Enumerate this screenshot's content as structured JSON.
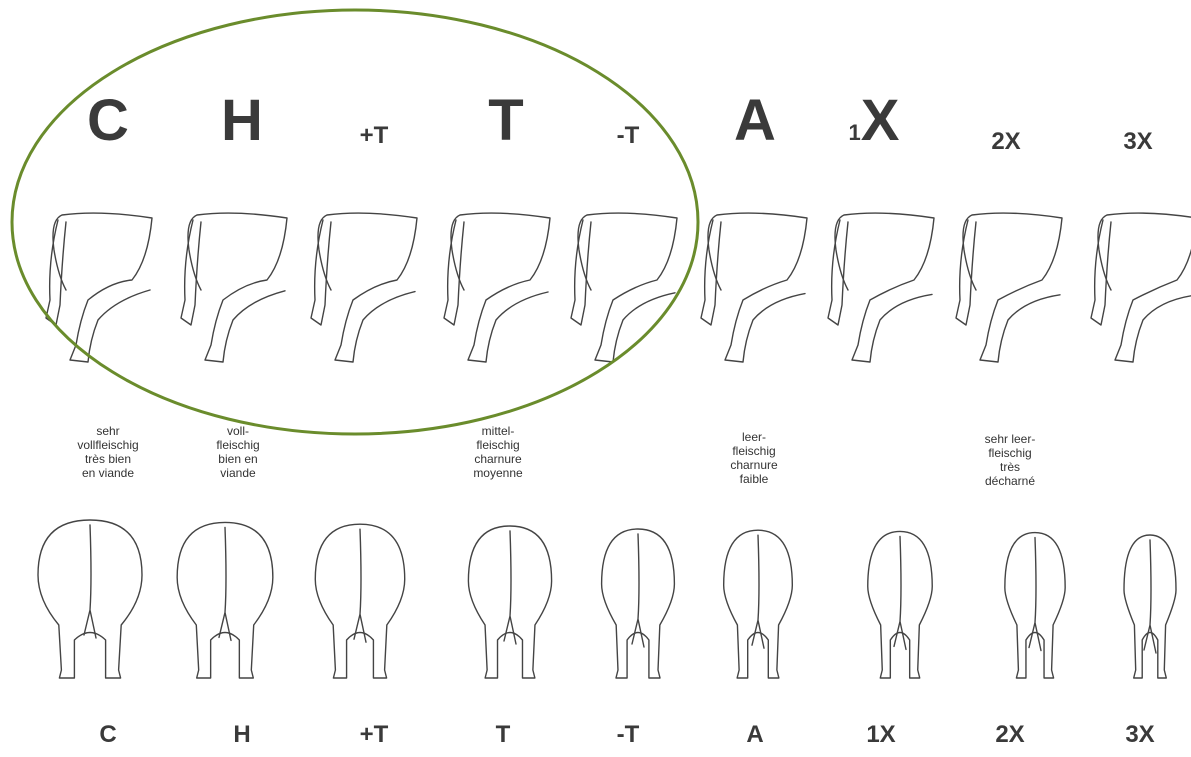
{
  "top_row_labels": [
    {
      "text": "C",
      "size": "big"
    },
    {
      "text": "H",
      "size": "big"
    },
    {
      "text": "+T",
      "size": "small"
    },
    {
      "text": "T",
      "size": "big"
    },
    {
      "text": "-T",
      "size": "small"
    },
    {
      "text": "A",
      "size": "big"
    },
    {
      "prefix": "1",
      "text": "X",
      "size": "big"
    },
    {
      "text": "2X",
      "size": "small"
    },
    {
      "text": "3X",
      "size": "small"
    }
  ],
  "descriptions": [
    {
      "lines": [
        "sehr",
        "vollfleischig",
        "très bien",
        "en viande"
      ]
    },
    {
      "lines": [
        "voll-",
        "fleischig",
        "bien en",
        "viande"
      ]
    },
    {
      "lines": [
        "mittel-",
        "fleischig",
        "charnure",
        "moyenne"
      ]
    },
    {
      "lines": [
        "leer-",
        "fleischig",
        "charnure",
        "faible"
      ]
    },
    {
      "lines": [
        "sehr leer-",
        "fleischig",
        "très",
        "décharné"
      ]
    }
  ],
  "bottom_row_labels": [
    "C",
    "H",
    "+T",
    "T",
    "-T",
    "A",
    "1X",
    "2X",
    "3X"
  ],
  "highlight": {
    "color": "#6a8c2c",
    "covers": [
      "C",
      "H",
      "+T",
      "T",
      "-T"
    ]
  }
}
